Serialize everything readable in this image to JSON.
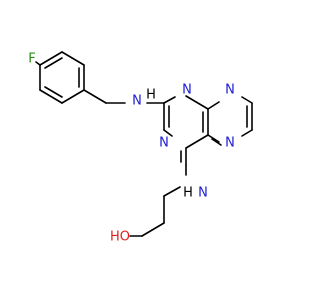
{
  "molecule": {
    "colors": {
      "bond": "#000000",
      "nitrogen": "#1c1cd6",
      "oxygen": "#e0221e",
      "fluorine": "#2e8a1e",
      "hydrogen": "#000000"
    },
    "labels": {
      "fluorine": "F",
      "amine_top_n": "N",
      "amine_top_h": "H",
      "ring_n1": "N",
      "ring_n2": "N",
      "ring_n3": "N",
      "ring_n4": "N",
      "amine_bottom_n": "N",
      "amine_bottom_h": "H",
      "hydroxyl_h": "HO"
    }
  }
}
